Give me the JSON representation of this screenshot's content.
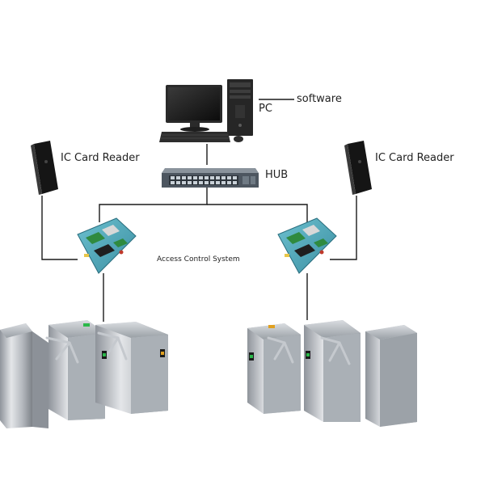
{
  "diagram": {
    "labels": {
      "software": "software",
      "pc": "PC",
      "hub": "HUB",
      "reader_left": "IC Card Reader",
      "reader_right": "IC Card Reader",
      "access_control": "Access  Control System"
    },
    "colors": {
      "line": "#1a1a1a",
      "board": "#4fa6b8",
      "steel": "#b8bcc2",
      "hub": "#5a6470",
      "monitor": "#1e1e1e",
      "led": "#2bb84a"
    },
    "icons": [
      "monitor-icon",
      "pc-tower-icon",
      "keyboard-icon",
      "mouse-icon",
      "network-hub-icon",
      "card-reader-icon",
      "controller-board-icon",
      "turnstile-icon"
    ]
  }
}
